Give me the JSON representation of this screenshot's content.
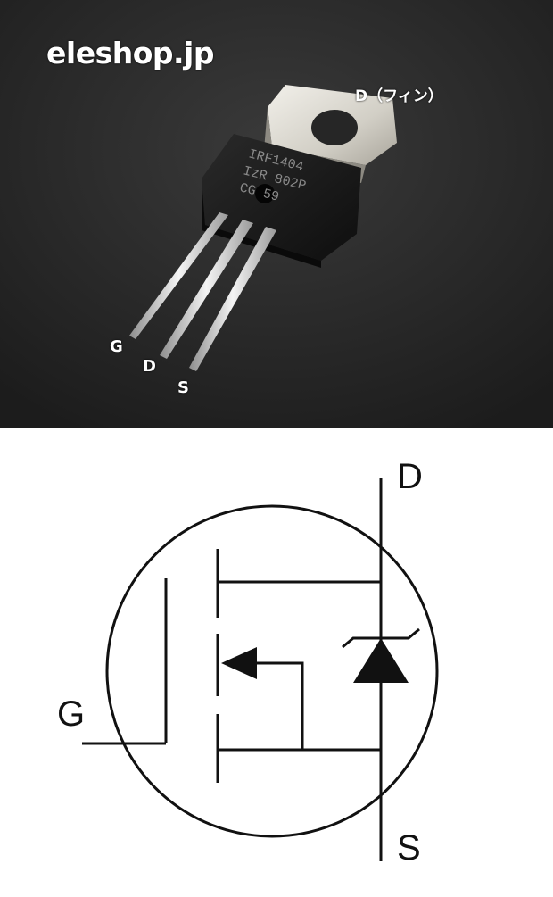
{
  "photo": {
    "brand": "eleshop.jp",
    "fin_label": "D（フィン）",
    "marking_lines": [
      "IRF1404",
      "IzR 802P",
      "CG 59"
    ],
    "lead_labels": {
      "gate": "G",
      "drain": "D",
      "source": "S"
    }
  },
  "schematic": {
    "terminal_labels": {
      "drain": "D",
      "gate": "G",
      "source": "S"
    }
  },
  "colors": {
    "photo_background": "#2b2b2b",
    "package_body": "#1a1a1a",
    "metal_tab": "#d9d6cf",
    "label_white": "#ffffff",
    "schematic_line": "#111111"
  }
}
